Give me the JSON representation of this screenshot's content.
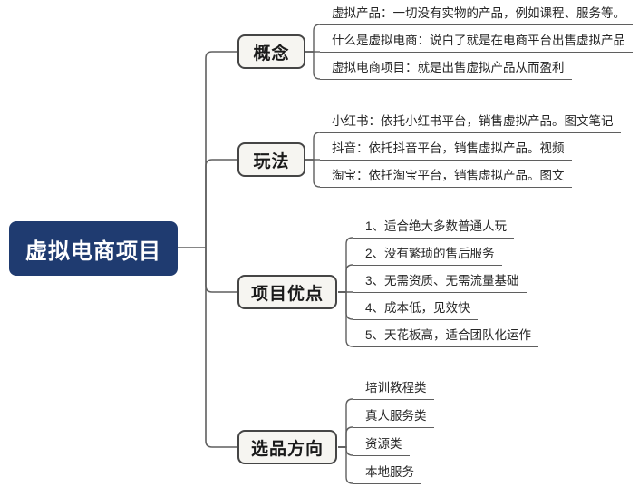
{
  "root": {
    "label": "虚拟电商项目"
  },
  "branches": [
    {
      "label": "概念",
      "children": [
        "虚拟产品：一切没有实物的产品，例如课程、服务等。",
        "什么是虚拟电商：说白了就是在电商平台出售虚拟产品",
        "虚拟电商项目：就是出售虚拟产品从而盈利"
      ]
    },
    {
      "label": "玩法",
      "children": [
        "小红书：依托小红书平台，销售虚拟产品。图文笔记",
        "抖音：依托抖音平台，销售虚拟产品。视频",
        "淘宝：依托淘宝平台，销售虚拟产品。图文"
      ]
    },
    {
      "label": "项目优点",
      "children": [
        "1、适合绝大多数普通人玩",
        "2、没有繁琐的售后服务",
        "3、无需资质、无需流量基础",
        "4、成本低，见效快",
        "5、天花板高，适合团队化运作"
      ]
    },
    {
      "label": "选品方向",
      "children": [
        "培训教程类",
        "真人服务类",
        "资源类",
        "本地服务"
      ]
    }
  ],
  "colors": {
    "root_fill": "#1f3b70",
    "root_text": "#ffffff",
    "branch_fill": "#f6f5f1",
    "branch_border": "#454545",
    "connector_line": "#5f5f5f",
    "leaf_text": "#262626"
  }
}
